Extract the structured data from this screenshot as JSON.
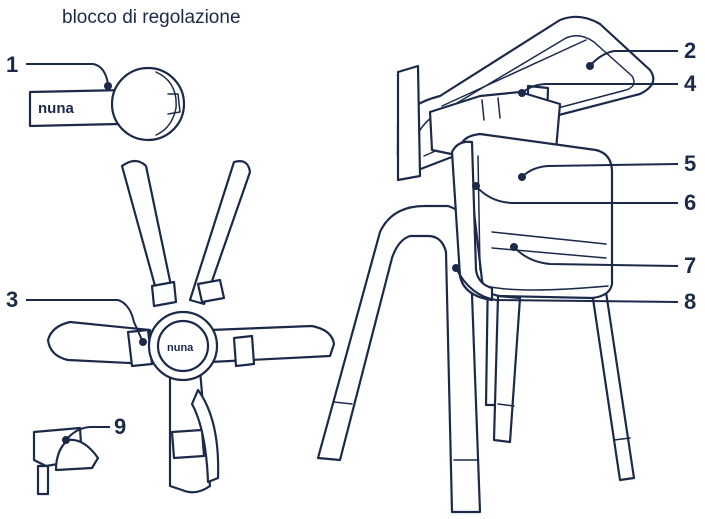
{
  "caption": "blocco di regolazione",
  "logo_text": "nuna",
  "callouts": [
    "1",
    "2",
    "3",
    "4",
    "5",
    "6",
    "7",
    "8",
    "9"
  ],
  "components": {
    "adjustment_key": "adjustment-key",
    "harness": "five-point-harness",
    "chair": "high-chair",
    "clip": "harness-storage-clip"
  }
}
